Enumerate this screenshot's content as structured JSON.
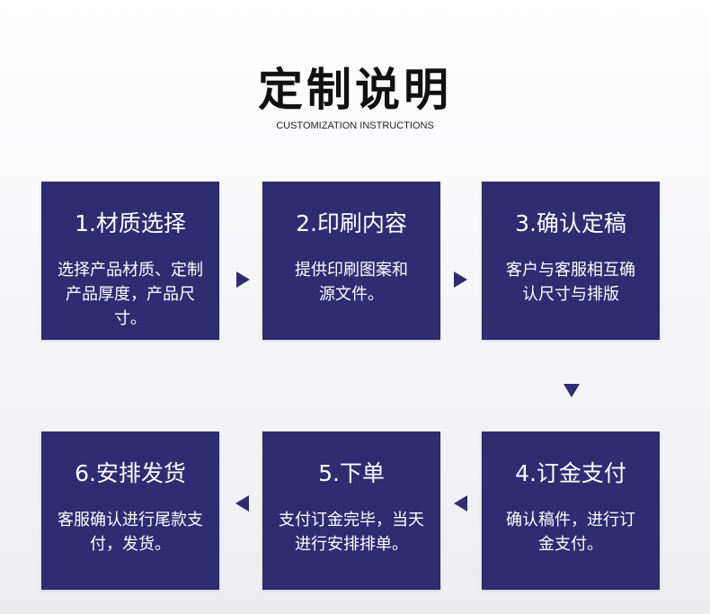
{
  "header": {
    "title": "定制说明",
    "subtitle": "CUSTOMIZATION INSTRUCTIONS"
  },
  "steps": [
    {
      "title": "1.材质选择",
      "desc": "选择产品材质、定制产品厚度，产品尺寸。"
    },
    {
      "title": "2.印刷内容",
      "desc": "提供印刷图案和源文件。"
    },
    {
      "title": "3.确认定稿",
      "desc": "客户与客服相互确认尺寸与排版"
    },
    {
      "title": "4.订金支付",
      "desc": "确认稿件，进行订金支付。"
    },
    {
      "title": "5.下单",
      "desc": "支付订金完毕，当天进行安排排单。"
    },
    {
      "title": "6.安排发货",
      "desc": "客服确认进行尾款支付，发货。"
    }
  ],
  "icons": {
    "arrow_color": "#2f2c72",
    "box_color": "#2f2c72"
  }
}
